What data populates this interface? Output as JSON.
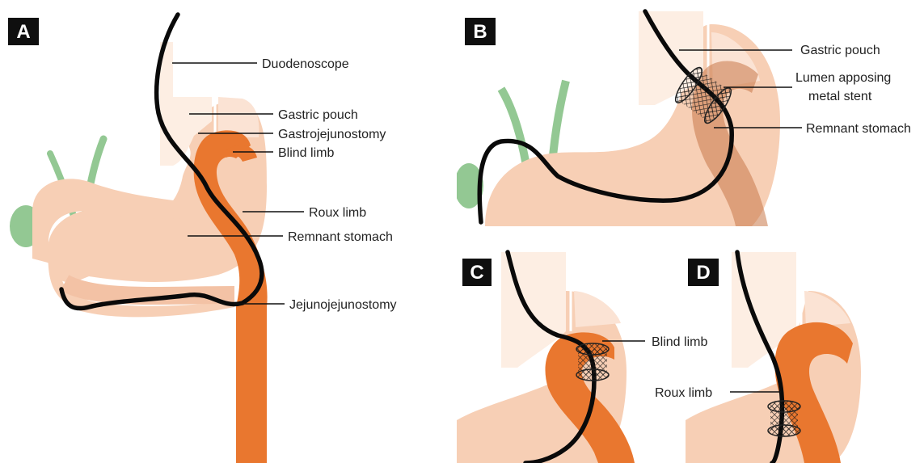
{
  "colors": {
    "stomach": "#f7cfb5",
    "stomach_light": "#fbe3d4",
    "pouch": "#fdeee3",
    "limb": "#e9772f",
    "vessel": "#93c893",
    "scope": "#0a0a0a",
    "label_box": "#0f0f0f"
  },
  "panels": {
    "a": {
      "letter": "A",
      "labels": {
        "duodenoscope": "Duodenoscope",
        "gastric_pouch": "Gastric pouch",
        "gastrojejunostomy": "Gastrojejunostomy",
        "blind_limb": "Blind limb",
        "roux_limb": "Roux limb",
        "remnant_stomach": "Remnant stomach",
        "jejunojejunostomy": "Jejunojejunostomy"
      }
    },
    "b": {
      "letter": "B",
      "labels": {
        "gastric_pouch": "Gastric pouch",
        "lams_line1": "Lumen apposing",
        "lams_line2": "metal stent",
        "remnant_stomach": "Remnant stomach"
      }
    },
    "c": {
      "letter": "C",
      "labels": {
        "blind_limb": "Blind limb"
      }
    },
    "d": {
      "letter": "D",
      "labels": {
        "roux_limb": "Roux limb"
      }
    }
  }
}
